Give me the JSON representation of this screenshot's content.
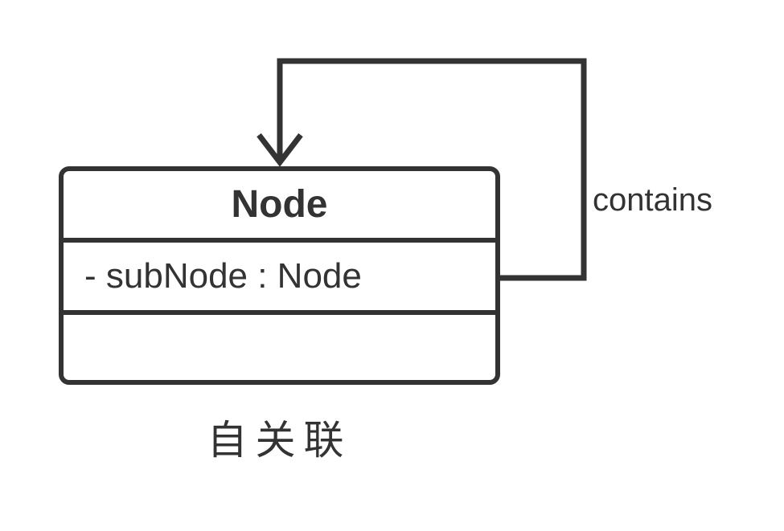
{
  "diagram": {
    "type": "uml-class-diagram",
    "class_node": {
      "title": "Node",
      "attributes": [
        "- subNode : Node"
      ],
      "methods": []
    },
    "association": {
      "label": "contains",
      "kind": "self-association",
      "arrowhead": "open-v"
    },
    "caption": "自关联",
    "colors": {
      "stroke": "#333333",
      "text": "#333333",
      "background": "#ffffff"
    }
  }
}
